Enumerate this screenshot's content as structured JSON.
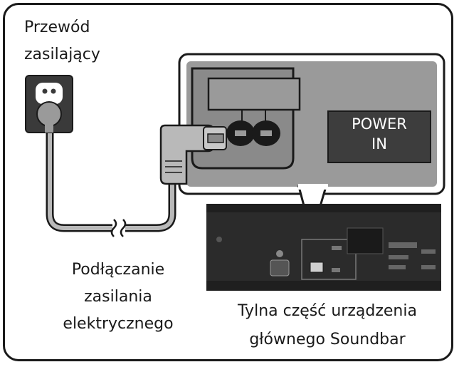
{
  "labels": {
    "cord_line1": "Przewód",
    "cord_line2": "zasilający",
    "connect_line1": "Podłączanie",
    "connect_line2": "zasilania",
    "connect_line3": "elektrycznego",
    "rear_line1": "Tylna część urządzenia",
    "rear_line2": "głównego Soundbar",
    "power_in_line1": "POWER",
    "power_in_line2": "IN"
  },
  "colors": {
    "panel_gray": "#9a9a9a",
    "socket_dark": "#3a3a3a",
    "cable_gray": "#b9b9b9",
    "soundbar_dark": "#2b2b2b",
    "label_box": "#3d3d3d"
  },
  "icons": [
    "wall-outlet-icon",
    "power-plug-icon",
    "cable-break-icon"
  ]
}
